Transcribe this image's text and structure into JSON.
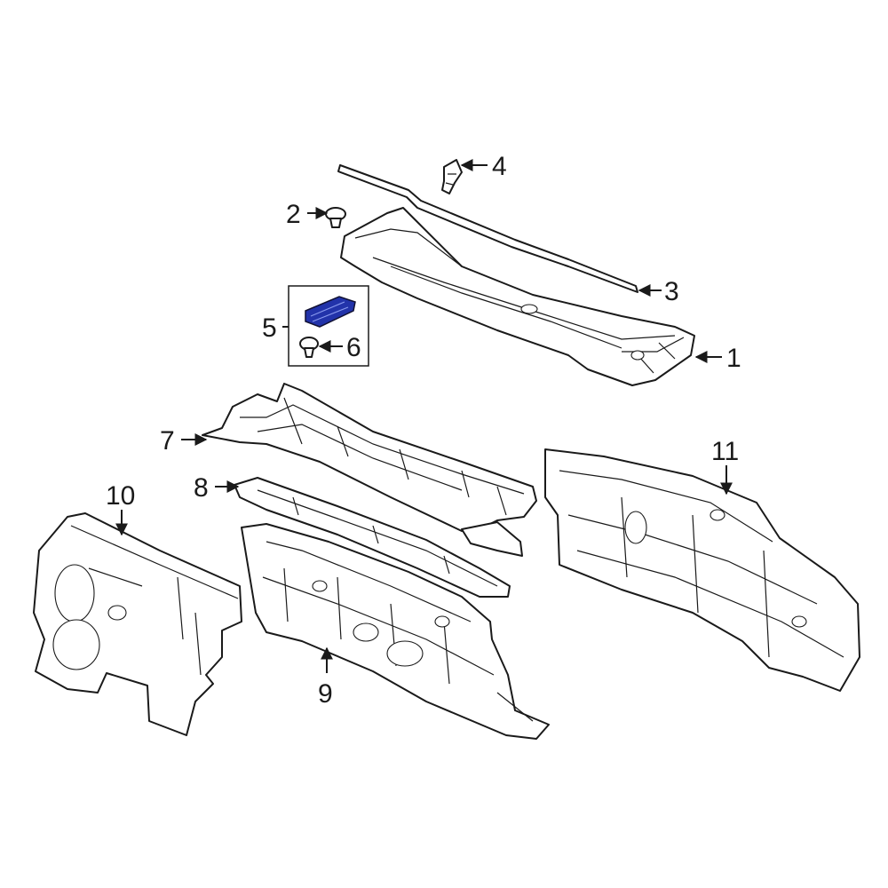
{
  "callouts": {
    "c1": "1",
    "c2": "2",
    "c3": "3",
    "c4": "4",
    "c5": "5",
    "c6": "6",
    "c7": "7",
    "c8": "8",
    "c9": "9",
    "c10": "10",
    "c11": "11"
  },
  "highlight_color": "#2233aa",
  "line_color": "#1a1a1a"
}
